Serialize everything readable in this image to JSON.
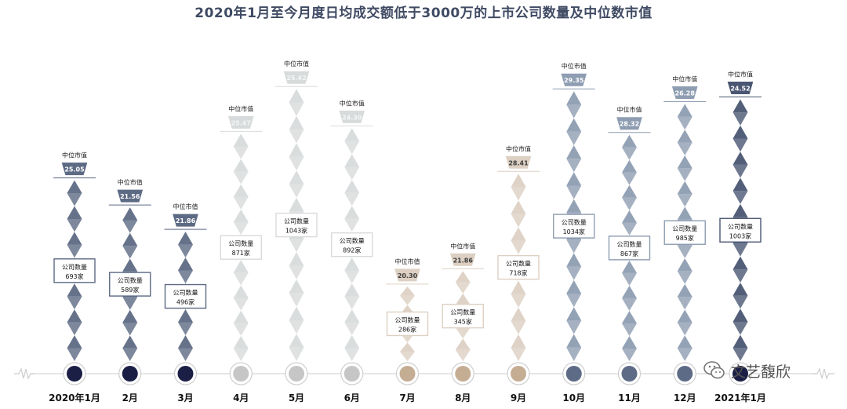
{
  "title": "2020年1月至今月度日均成交额低于3000万的上市公司数量及中位数市值",
  "watermark": "文艺馥欣",
  "chart_data": {
    "type": "bar",
    "title": "2020年1月至今月度日均成交额低于3000万的上市公司数量及中位数市值",
    "value_label_title": "公司数量",
    "unit": "家",
    "median_label_title": "中位市值",
    "categories": [
      "2020年1月",
      "2月",
      "3月",
      "4月",
      "5月",
      "6月",
      "7月",
      "8月",
      "9月",
      "10月",
      "11月",
      "12月",
      "2021年1月"
    ],
    "series": [
      {
        "name": "公司数量",
        "values": [
          693,
          589,
          496,
          871,
          1043,
          892,
          286,
          345,
          718,
          1034,
          867,
          985,
          1003
        ]
      },
      {
        "name": "中位市值",
        "values": [
          "25.05",
          "21.56",
          "21.86",
          "25.47",
          "25.42",
          "24.30",
          "20.30",
          "21.86",
          "28.41",
          "29.35",
          "28.32",
          "26.28",
          "24.52"
        ]
      }
    ],
    "colors": {
      "q1": "#5d6a84",
      "q1_circle": "#1b1f45",
      "q2": "#d8dbdb",
      "q2_circle": "#c6c6c6",
      "q3": "#ddd0c3",
      "q3_circle": "#c5ad94",
      "q4": "#8e9db2",
      "q4_circle": "#5e6b86",
      "jan": "#4a5672",
      "jan_circle": "#1b1f45"
    },
    "grid": false,
    "legend": "none"
  }
}
